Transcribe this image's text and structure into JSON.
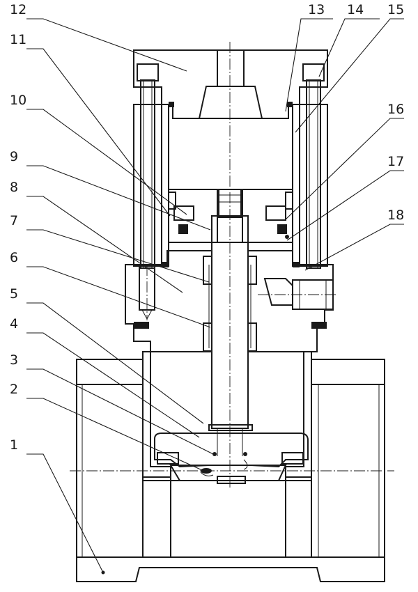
{
  "figure": {
    "type": "cross-section drawing",
    "labels": [
      "1",
      "2",
      "3",
      "4",
      "5",
      "6",
      "7",
      "8",
      "9",
      "10",
      "11",
      "12",
      "13",
      "14",
      "15",
      "16",
      "17",
      "18"
    ]
  }
}
